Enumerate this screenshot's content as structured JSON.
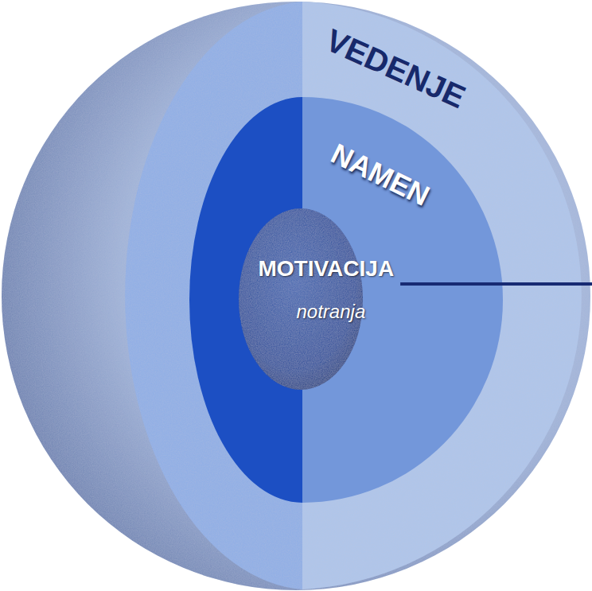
{
  "diagram": {
    "nodes": [
      {
        "text": [
          "VEDENJE"
        ]
      },
      {
        "text": [
          "NAMEN"
        ],
        "in": 0
      },
      {
        "text": [
          "MOTIVACIJA",
          "notranja"
        ],
        "in": 1
      }
    ]
  }
}
